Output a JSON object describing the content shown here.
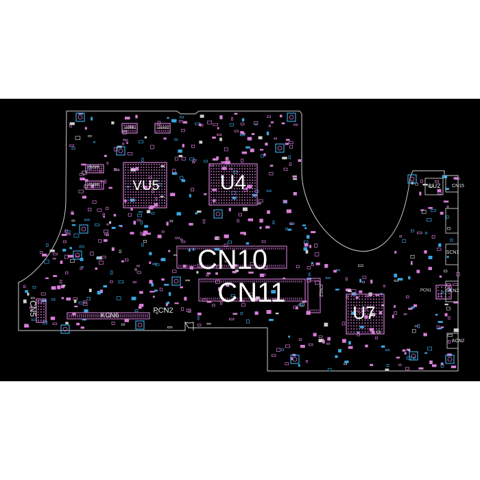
{
  "board": {
    "outline_color": "#d0d0d0",
    "pink_color": "#d77ed7",
    "blue_color": "#3aa6e0",
    "background": "#000000",
    "labels": {
      "vu5": "VU5",
      "u4": "U4",
      "cn10": "CN10",
      "cn11": "CN11",
      "u7": "U7",
      "cn5": "CN5",
      "kcn6": "KCN6",
      "pcn2": "PCN2",
      "lu2": "LU2",
      "cn15": "CN15",
      "scn1": "SCN1",
      "scn2": "SCN2",
      "pcn1": "PCN1",
      "acn2": "ACN2",
      "cn12": "CN12",
      "vram1": "VRAM1",
      "vram2": "VRAM2",
      "vram3": "VRAM3",
      "vram4": "VRAM4"
    }
  }
}
